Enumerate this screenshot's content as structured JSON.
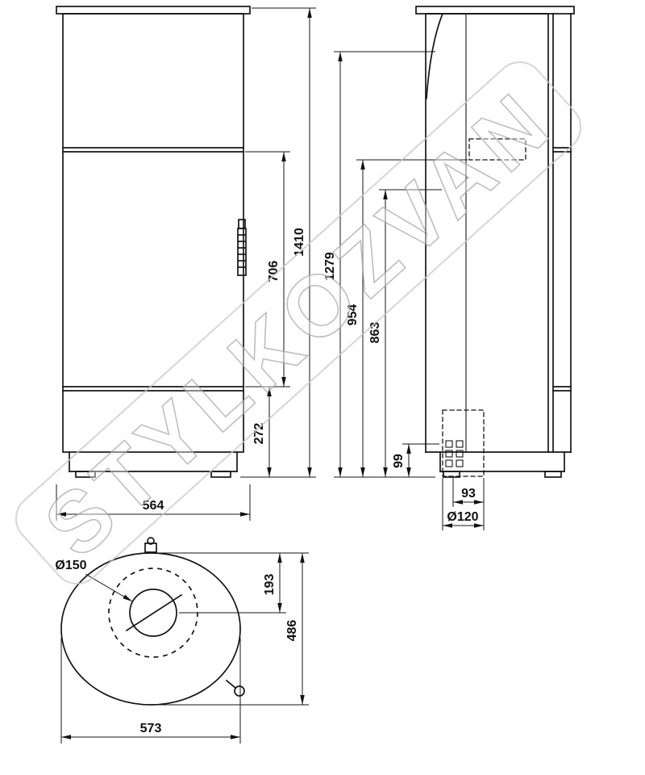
{
  "watermark": {
    "text": "STYLKOZVAN"
  },
  "colors": {
    "ink": "#151515",
    "watermark": "#a9a9a9"
  },
  "dims": {
    "front": {
      "total_height": "1410",
      "door_height": "706",
      "base_height": "272",
      "width": "564"
    },
    "side": {
      "top_height": "1279",
      "outlet_height": "954",
      "connector_height": "863",
      "inlet_height": "99",
      "inlet_offset": "93",
      "inlet_diameter": "Ø120"
    },
    "top": {
      "flue_diameter": "Ø150",
      "flue_offset": "193",
      "depth": "486",
      "width": "573"
    }
  }
}
